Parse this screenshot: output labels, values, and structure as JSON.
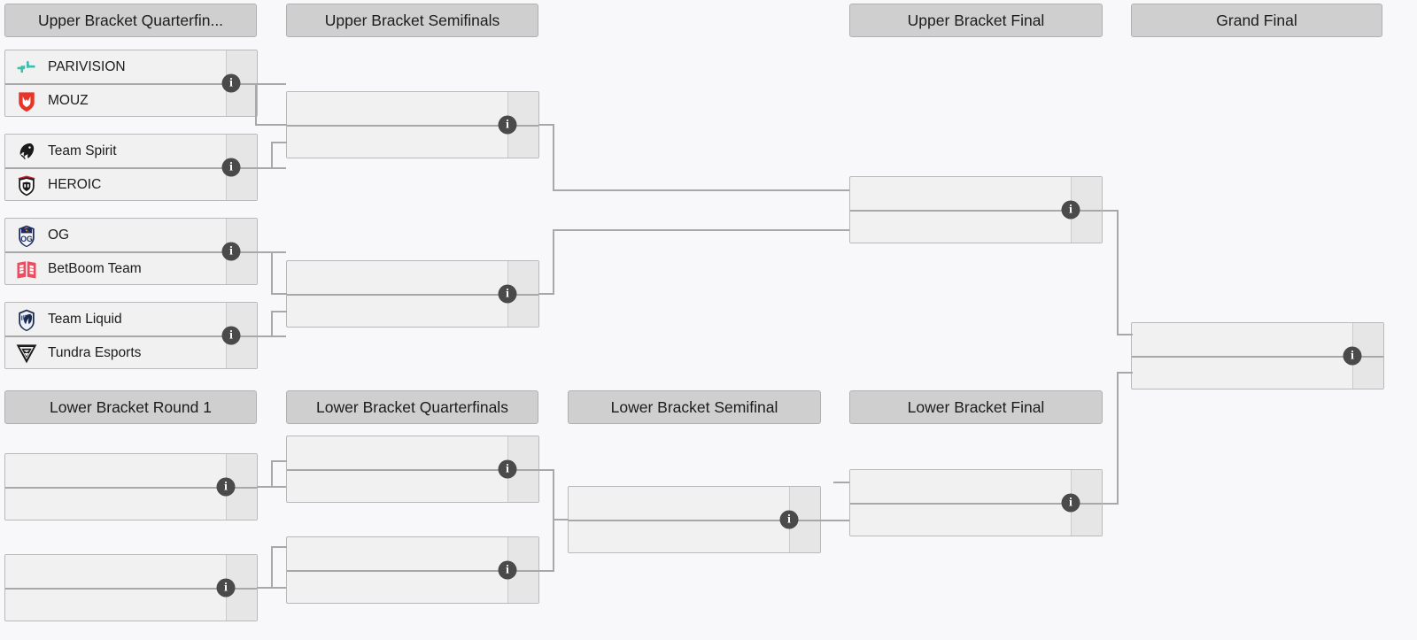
{
  "bracket": {
    "title": "Double Elimination Bracket",
    "info_icon": "info-icon",
    "info_glyph": "i",
    "colors": {
      "background": "#f8f8fa",
      "header_fill": "#cfcfcf",
      "header_border": "#b0b0b0",
      "match_fill": "#f1f1f1",
      "match_border": "#b9b9b9",
      "score_fill": "#e6e6e6",
      "connector": "#a8a8a8",
      "info_badge": "#4a4a4a"
    },
    "rounds": [
      {
        "id": "ub-qf",
        "label": "Upper Bracket Quarterfin..."
      },
      {
        "id": "ub-sf",
        "label": "Upper Bracket Semifinals"
      },
      {
        "id": "ub-f",
        "label": "Upper Bracket Final"
      },
      {
        "id": "gf",
        "label": "Grand Final"
      },
      {
        "id": "lb-r1",
        "label": "Lower Bracket Round 1"
      },
      {
        "id": "lb-qf",
        "label": "Lower Bracket Quarterfinals"
      },
      {
        "id": "lb-sf",
        "label": "Lower Bracket Semifinal"
      },
      {
        "id": "lb-f",
        "label": "Lower Bracket Final"
      }
    ],
    "matches": {
      "ubqf1": {
        "round": "ub-qf",
        "top": {
          "team": "PARIVISION",
          "logo": "parivision-logo",
          "score": ""
        },
        "bottom": {
          "team": "MOUZ",
          "logo": "mouz-logo",
          "score": ""
        }
      },
      "ubqf2": {
        "round": "ub-qf",
        "top": {
          "team": "Team Spirit",
          "logo": "team-spirit-logo",
          "score": ""
        },
        "bottom": {
          "team": "HEROIC",
          "logo": "heroic-logo",
          "score": ""
        }
      },
      "ubqf3": {
        "round": "ub-qf",
        "top": {
          "team": "OG",
          "logo": "og-logo",
          "score": ""
        },
        "bottom": {
          "team": "BetBoom Team",
          "logo": "betboom-logo",
          "score": ""
        }
      },
      "ubqf4": {
        "round": "ub-qf",
        "top": {
          "team": "Team Liquid",
          "logo": "team-liquid-logo",
          "score": ""
        },
        "bottom": {
          "team": "Tundra Esports",
          "logo": "tundra-logo",
          "score": ""
        }
      },
      "ubsf1": {
        "round": "ub-sf",
        "top": {
          "team": "",
          "logo": "",
          "score": ""
        },
        "bottom": {
          "team": "",
          "logo": "",
          "score": ""
        }
      },
      "ubsf2": {
        "round": "ub-sf",
        "top": {
          "team": "",
          "logo": "",
          "score": ""
        },
        "bottom": {
          "team": "",
          "logo": "",
          "score": ""
        }
      },
      "ubf": {
        "round": "ub-f",
        "top": {
          "team": "",
          "logo": "",
          "score": ""
        },
        "bottom": {
          "team": "",
          "logo": "",
          "score": ""
        }
      },
      "gf": {
        "round": "gf",
        "top": {
          "team": "",
          "logo": "",
          "score": ""
        },
        "bottom": {
          "team": "",
          "logo": "",
          "score": ""
        }
      },
      "lbr1a": {
        "round": "lb-r1",
        "top": {
          "team": "",
          "logo": "",
          "score": ""
        },
        "bottom": {
          "team": "",
          "logo": "",
          "score": ""
        }
      },
      "lbr1b": {
        "round": "lb-r1",
        "top": {
          "team": "",
          "logo": "",
          "score": ""
        },
        "bottom": {
          "team": "",
          "logo": "",
          "score": ""
        }
      },
      "lbqf1": {
        "round": "lb-qf",
        "top": {
          "team": "",
          "logo": "",
          "score": ""
        },
        "bottom": {
          "team": "",
          "logo": "",
          "score": ""
        }
      },
      "lbqf2": {
        "round": "lb-qf",
        "top": {
          "team": "",
          "logo": "",
          "score": ""
        },
        "bottom": {
          "team": "",
          "logo": "",
          "score": ""
        }
      },
      "lbsf": {
        "round": "lb-sf",
        "top": {
          "team": "",
          "logo": "",
          "score": ""
        },
        "bottom": {
          "team": "",
          "logo": "",
          "score": ""
        }
      },
      "lbf": {
        "round": "lb-f",
        "top": {
          "team": "",
          "logo": "",
          "score": ""
        },
        "bottom": {
          "team": "",
          "logo": "",
          "score": ""
        }
      }
    }
  }
}
